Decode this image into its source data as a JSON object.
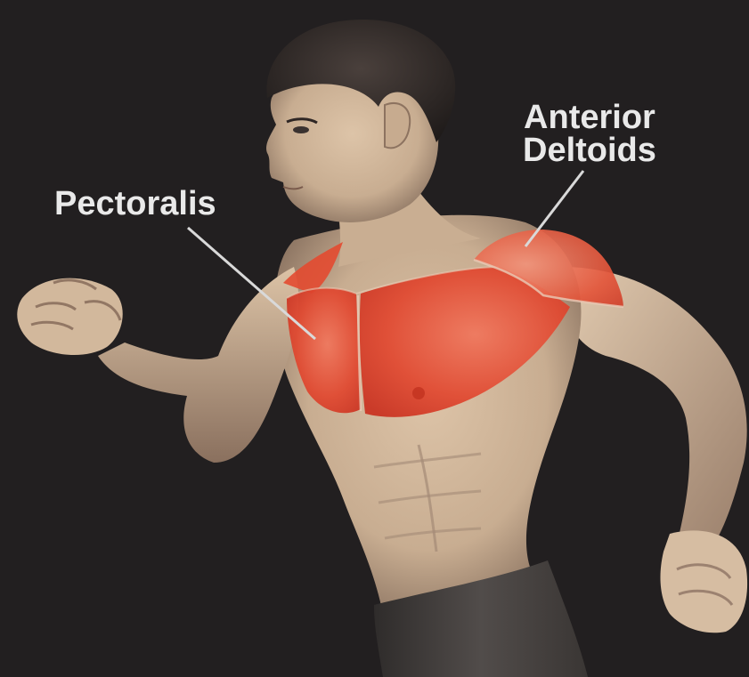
{
  "labels": {
    "pectoralis": "Pectoralis",
    "anterior_deltoids_line1": "Anterior",
    "anterior_deltoids_line2": "Deltoids"
  },
  "colors": {
    "background": "#221f20",
    "skin": "#d2b89c",
    "skin_shadow": "#8c7260",
    "hair": "#2e2826",
    "shorts": "#4a4644",
    "muscle_highlight": "#e0402a",
    "leader_line": "#d9d9d9",
    "label_text": "#e9e9e9"
  }
}
